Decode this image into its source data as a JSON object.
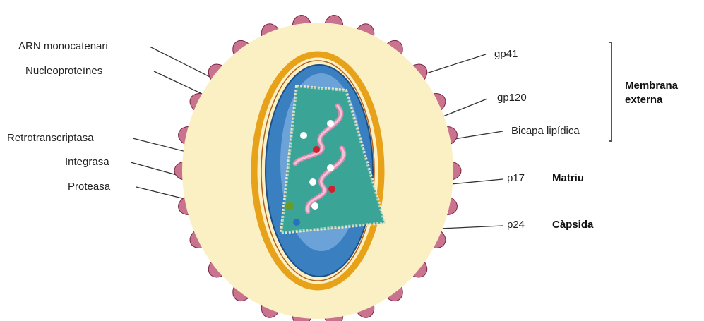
{
  "labels_left": {
    "arn": "ARN monocatenari",
    "nucleo": "Nucleoproteïnes",
    "retro": "Retrotranscriptasa",
    "integrasa": "Integrasa",
    "proteasa": "Proteasa"
  },
  "labels_right": {
    "gp41": "gp41",
    "gp120": "gp120",
    "bicapa": "Bicapa lipídica",
    "p17": "p17",
    "p24": "p24"
  },
  "group_labels": {
    "membrana": "Membrana\nexterna",
    "matriu": "Matriu",
    "capsida": "Càpsida"
  },
  "colors": {
    "spike_head": "#c9738f",
    "spike_head_dark": "#9c2f5a",
    "stalk": "#5f8fa8",
    "envelope_fill": "#fbf0c4",
    "membrane": "#e8a21a",
    "capsid_outer": "#6f9fd8",
    "capsid_inner": "#3a7fc0",
    "core": "#2e9a8e",
    "rna": "#e8a7c0",
    "enzyme_red": "#d02030",
    "enzyme_green": "#6a9a2a",
    "enzyme_blue": "#2a70c0"
  }
}
